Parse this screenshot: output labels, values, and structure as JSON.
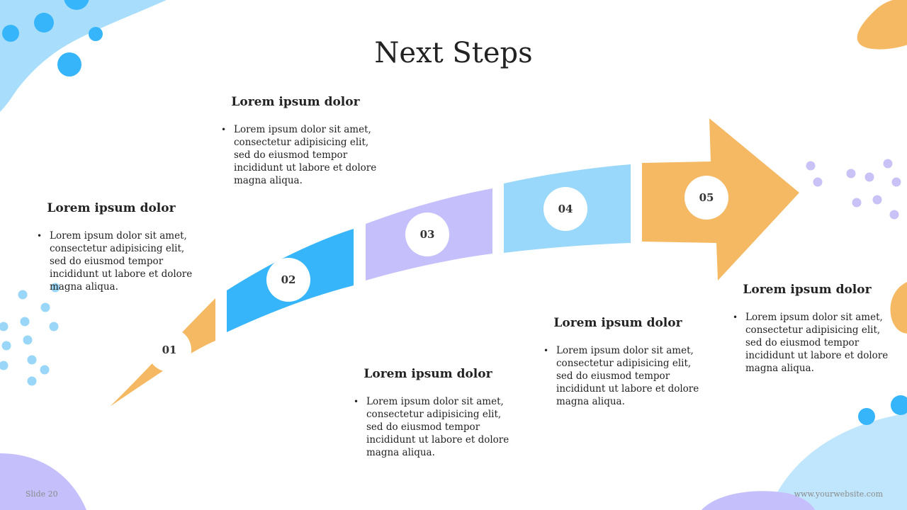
{
  "slide": {
    "title": "Next Steps",
    "footer_left": "Slide 20",
    "footer_right": "www.yourwebsite.com"
  },
  "colors": {
    "orange": "#F5B963",
    "blue": "#36B5FB",
    "lavender": "#C5C0FB",
    "light_blue": "#9AD8FB",
    "decor_light_blue": "#A8DEFB",
    "decor_dots_blue": "#9AD6F8",
    "decor_dots_lavender": "#C9C2F7"
  },
  "steps": [
    {
      "number": "01",
      "heading": "Lorem ipsum dolor",
      "body": "Lorem ipsum dolor sit amet, consectetur adipisicing elit, sed do eiusmod tempor incididunt ut labore et dolore magna aliqua."
    },
    {
      "number": "02",
      "heading": "Lorem ipsum dolor",
      "body": "Lorem ipsum dolor sit amet, consectetur adipisicing elit, sed do eiusmod tempor incididunt ut labore et dolore magna aliqua."
    },
    {
      "number": "03",
      "heading": "Lorem ipsum dolor",
      "body": "Lorem ipsum dolor sit amet, consectetur adipisicing elit, sed do eiusmod tempor incididunt ut labore et dolore magna aliqua."
    },
    {
      "number": "04",
      "heading": "Lorem ipsum dolor",
      "body": "Lorem ipsum dolor sit amet, consectetur adipisicing elit, sed do eiusmod tempor incididunt ut labore et dolore magna aliqua."
    },
    {
      "number": "05",
      "heading": "Lorem ipsum dolor",
      "body": "Lorem ipsum dolor sit amet, consectetur adipisicing elit, sed do eiusmod tempor incididunt ut labore et dolore magna aliqua."
    }
  ]
}
